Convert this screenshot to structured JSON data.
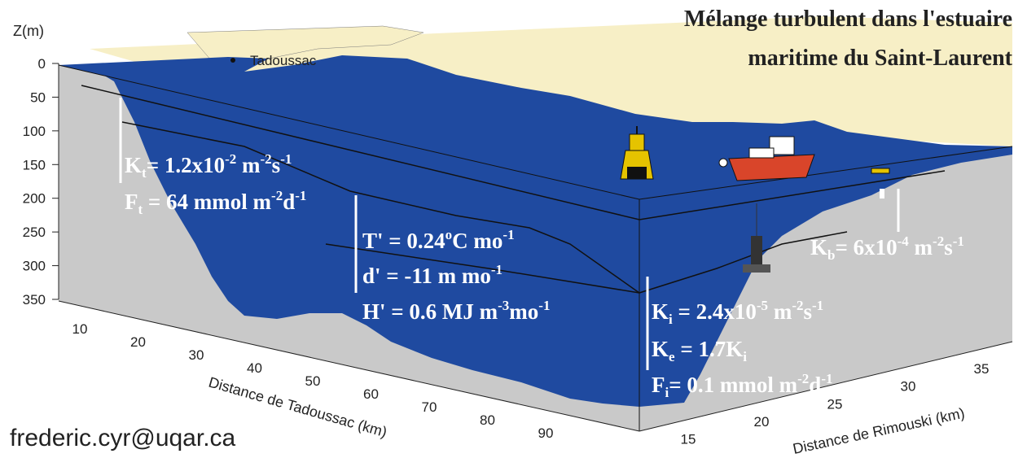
{
  "title": {
    "line1": "Mélange turbulent dans l'estuaire",
    "line2": "maritime du Saint-Laurent"
  },
  "place_label": "Tadoussac",
  "depth_axis": {
    "label": "Z(m)",
    "ticks": [
      "0",
      "50",
      "100",
      "150",
      "200",
      "250",
      "300",
      "350"
    ]
  },
  "x_axis": {
    "label": "Distance de Tadoussac (km)",
    "ticks": [
      "10",
      "20",
      "30",
      "40",
      "50",
      "60",
      "70",
      "80",
      "90"
    ]
  },
  "y_axis": {
    "label": "Distance de Rimouski (km)",
    "ticks": [
      "15",
      "20",
      "25",
      "30",
      "35"
    ]
  },
  "equations": {
    "kt": {
      "a": "K",
      "sub": "t",
      "b": "= 1.2x10",
      "sup1": "-2",
      "c": " m",
      "sup2": "-2",
      "d": "s",
      "sup3": "-1"
    },
    "ft": {
      "a": "F",
      "sub": "t",
      "b": " = 64 mmol m",
      "sup1": "-2",
      "c": "d",
      "sup2": "-1"
    },
    "tp": {
      "a": "T' = 0.24",
      "sup1": "o",
      "b": "C mo",
      "sup2": "-1"
    },
    "dp": {
      "a": "d' = -11 m mo",
      "sup1": "-1"
    },
    "hp": {
      "a": "H' = 0.6 MJ m",
      "sup1": "-3",
      "b": "mo",
      "sup2": "-1"
    },
    "kb": {
      "a": "K",
      "sub": "b",
      "b": "= 6x10",
      "sup1": "-4",
      "c": " m",
      "sup2": "-2",
      "d": "s",
      "sup3": "-1"
    },
    "ki": {
      "a": "K",
      "sub": "i",
      "b": " = 2.4x10",
      "sup1": "-5",
      "c": " m",
      "sup2": "-2",
      "d": "s",
      "sup3": "-1"
    },
    "ke": {
      "a": "K",
      "sub": "e",
      "b": " = 1.7K",
      "sub2": "i"
    },
    "fi": {
      "a": "F",
      "sub": "i",
      "b": "= 0.1 mmol m",
      "sup1": "-2",
      "c": "d",
      "sup2": "-1"
    }
  },
  "email": "frederic.cyr@uqar.ca",
  "colors": {
    "water": "#1f4aa0",
    "land": "#f7efc6",
    "seabed": "#c9c9c9",
    "text_light": "#ffffff",
    "boat_hull": "#d9452a"
  }
}
